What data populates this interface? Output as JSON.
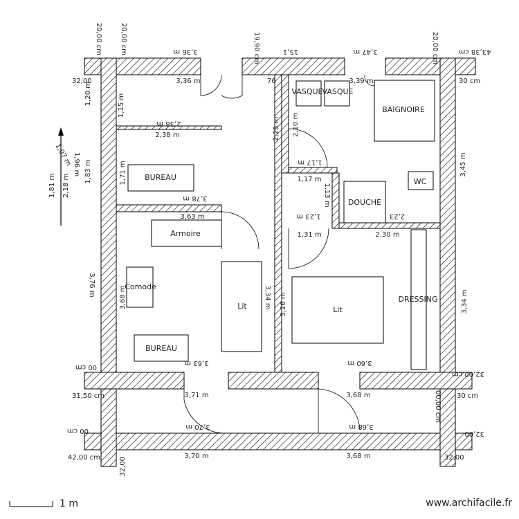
{
  "colors": {
    "wall_line": "#000000",
    "hatch": "#000000",
    "background": "#ffffff",
    "text": "#222222"
  },
  "rooms": {
    "bureau_top": "BUREAU",
    "armoire": "Armoire",
    "comode": "Comode",
    "lit_left": "Lit",
    "bureau_bottom": "BUREAU",
    "lit_right": "Lit",
    "dressing": "DRESSING",
    "vasque_1": "VASQUE",
    "vasque_2": "VASQUE",
    "baignoire": "BAIGNOIRE",
    "wc": "WC",
    "douche": "DOUCHE"
  },
  "dims": {
    "d01": "20,00 cm",
    "d02": "20,00 cm",
    "d03": "19,90 cm",
    "d04": "20,00 cm",
    "d05": "3,36 m",
    "d06": "15,1",
    "d07": "3,47 m",
    "d08": "43,38 cm",
    "d09": "32,00",
    "d10": "3,36 m",
    "d11": "76",
    "d12": "3,39 m",
    "d13": "30 cm",
    "d14": "1,20 m",
    "d15": "1,15 m",
    "d16": "2,25 m",
    "d17": "2,10 m",
    "d18": "2,38 m",
    "d19": "2,38 m",
    "d20": "1,83 m",
    "d21": "1,71 m",
    "d22": "1,17 m",
    "d23": "1,17 m",
    "d24": "3,45 m",
    "d25": "3,78 m",
    "d26": "1,13 m",
    "d27": "3,63 m",
    "d28": "1,23 m",
    "d29": "2,23",
    "d30": "1,31 m",
    "d31": "2,30 m",
    "d32": "3,76 m",
    "d33": "3,68 m",
    "d34": "3,34 m",
    "d35": "3,26 m",
    "d36": "3,34 m",
    "d37": "3,63 m",
    "d38": "3,60 m",
    "d39": "31,50 cm",
    "d40": "3,71 m",
    "d41": "3,68 m",
    "d42": "3,70 m",
    "d43": "3,68 m",
    "d44": "42,00 cm",
    "d45": "3,70 m",
    "d46": "3,68 m",
    "d47": "32,00",
    "d48": "32,00",
    "d49": "32,00 cm",
    "d50": "30 cm",
    "d51": "00 cm",
    "d52": "00 cm",
    "d53": "00,00 cm",
    "d54": "32,00"
  },
  "compass": {
    "c1": "2,18 m",
    "c2": "1,96 m",
    "c3": "1,07 m",
    "c4": "1,81 m"
  },
  "scale_label": "1 m",
  "credit": "www.archifacile.fr"
}
